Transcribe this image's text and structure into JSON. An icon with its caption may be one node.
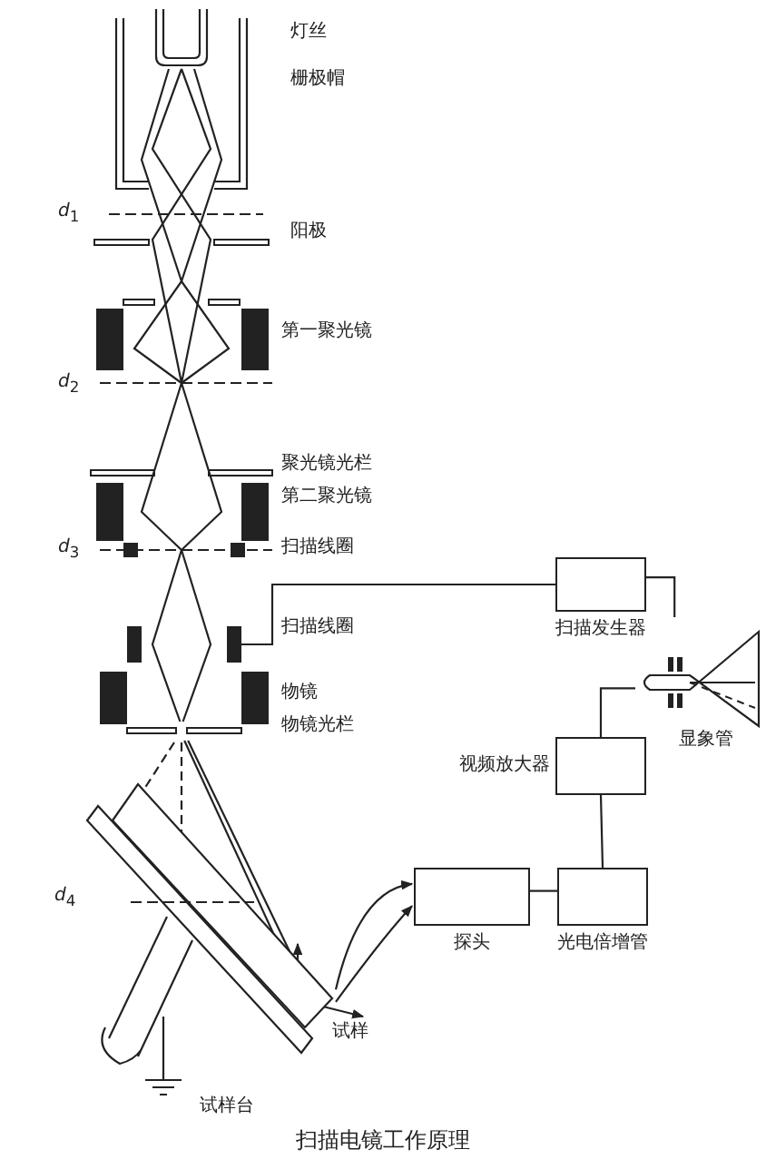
{
  "diagram": {
    "caption": "扫描电镜工作原理",
    "nodes": [
      {
        "text": [],
        "shape": "box"
      },
      {
        "text": [
          "扫描发生器"
        ]
      },
      {
        "text": [
          "显象管"
        ]
      },
      {
        "text": [
          "视频放大器"
        ]
      },
      {
        "text": [
          "光电倍增管"
        ]
      },
      {
        "text": [
          "探头"
        ]
      },
      {
        "text": [],
        "shape": "box",
        "beside": [
          "试样"
        ]
      }
    ],
    "edges": [
      {
        "from": 1,
        "to": 0,
        "arrow": "none"
      },
      {
        "from": 1,
        "to": 2,
        "arrow": "none"
      },
      {
        "from": 3,
        "to": 2,
        "arrow": "none"
      },
      {
        "from": 4,
        "to": 3,
        "arrow": "none"
      },
      {
        "from": 5,
        "to": 4,
        "arrow": "none"
      },
      {
        "from": 6,
        "to": 5,
        "arrow": "to"
      },
      {
        "from": 6,
        "to": 5,
        "arrow": "to"
      }
    ],
    "labels": [
      "灯丝",
      "栅极帽",
      "*d*$_{1}$",
      "阳极",
      "第一聚光镜",
      "*d*$_{2}$",
      "聚光镜光栏",
      "第二聚光镜",
      "*d*$_{3}$",
      "扫描线圈",
      "扫描线圈",
      "物镜",
      "物镜光栏",
      "*d*$_{4}$",
      "试样台"
    ]
  }
}
